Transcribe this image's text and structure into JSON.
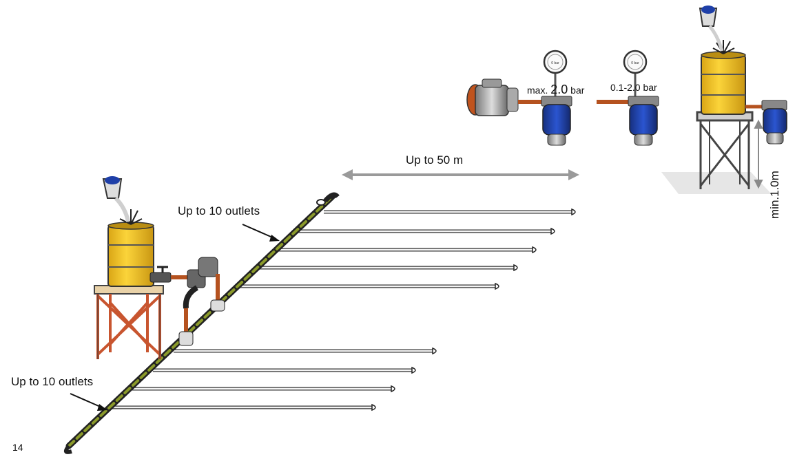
{
  "labels": {
    "span": "Up to 50 m",
    "outlets_upper": "Up to 10 outlets",
    "outlets_lower": "Up to 10 outlets",
    "pressure_max_prefix": "max. ",
    "pressure_max_value": "2.0",
    "pressure_max_unit": " bar",
    "pressure_range": "0.1-2.0 bar",
    "min_height": "min.1.0m",
    "page_number": "14"
  },
  "gauge_face_text": "0 bar",
  "colors": {
    "barrel_yellow": "#f7c51e",
    "stand_red": "#c8552f",
    "pipe_green": "#4a5a1a",
    "hose_orange": "#b5521f",
    "dosatron_blue": "#1e3fa8",
    "arrow_grey": "#8a8a8a"
  }
}
